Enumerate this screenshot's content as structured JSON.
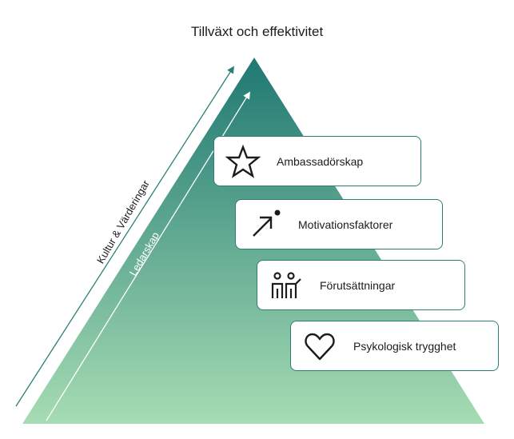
{
  "title": "Tillväxt och effektivitet",
  "side_labels": {
    "outer": "Kultur & Värderingar",
    "inner": "Ledarskap"
  },
  "levels": [
    {
      "label": "Ambassadörskap",
      "icon": "star-icon"
    },
    {
      "label": "Motivationsfaktorer",
      "icon": "arrow-up-right-icon"
    },
    {
      "label": "Förutsättningar",
      "icon": "people-icon"
    },
    {
      "label": "Psykologisk trygghet",
      "icon": "heart-icon"
    }
  ],
  "colors": {
    "pyramid_top": "#1f7872",
    "pyramid_bottom": "#a6dcb3",
    "card_border": "#2d7f76",
    "arrow": "#2d7f76"
  }
}
